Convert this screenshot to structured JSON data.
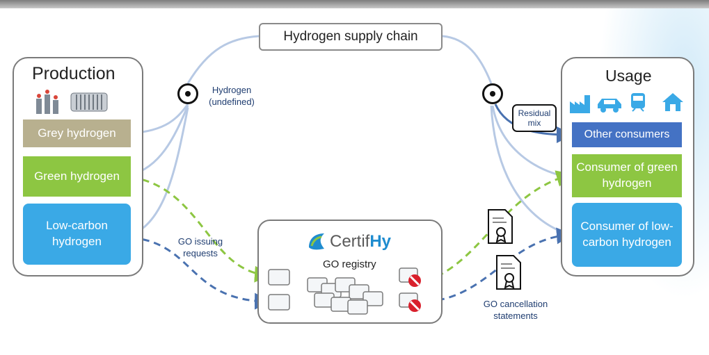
{
  "production": {
    "title": "Production",
    "grey": "Grey hydrogen",
    "green": "Green hydrogen",
    "lowcarbon": "Low-carbon hydrogen"
  },
  "supply_chain": "Hydrogen supply chain",
  "node_label": "Hydrogen (undefined)",
  "residual_mix": "Residual mix",
  "usage": {
    "title": "Usage",
    "other": "Other consumers",
    "green": "Consumer of green hydrogen",
    "lowcarbon": "Consumer of low-carbon hydrogen"
  },
  "registry": {
    "logo_prefix": "Certif",
    "logo_suffix": "Hy",
    "title": "GO registry"
  },
  "go_issuing": "GO issuing requests",
  "go_cancellation": "GO cancellation statements",
  "colors": {
    "grey": "#b8b08f",
    "green": "#8dc642",
    "lowcarbon": "#3aa9e6",
    "other": "#4472c4",
    "flow": "#b7c9e4",
    "green_dash": "#8dc642",
    "blue_dash": "#4a72b0"
  }
}
